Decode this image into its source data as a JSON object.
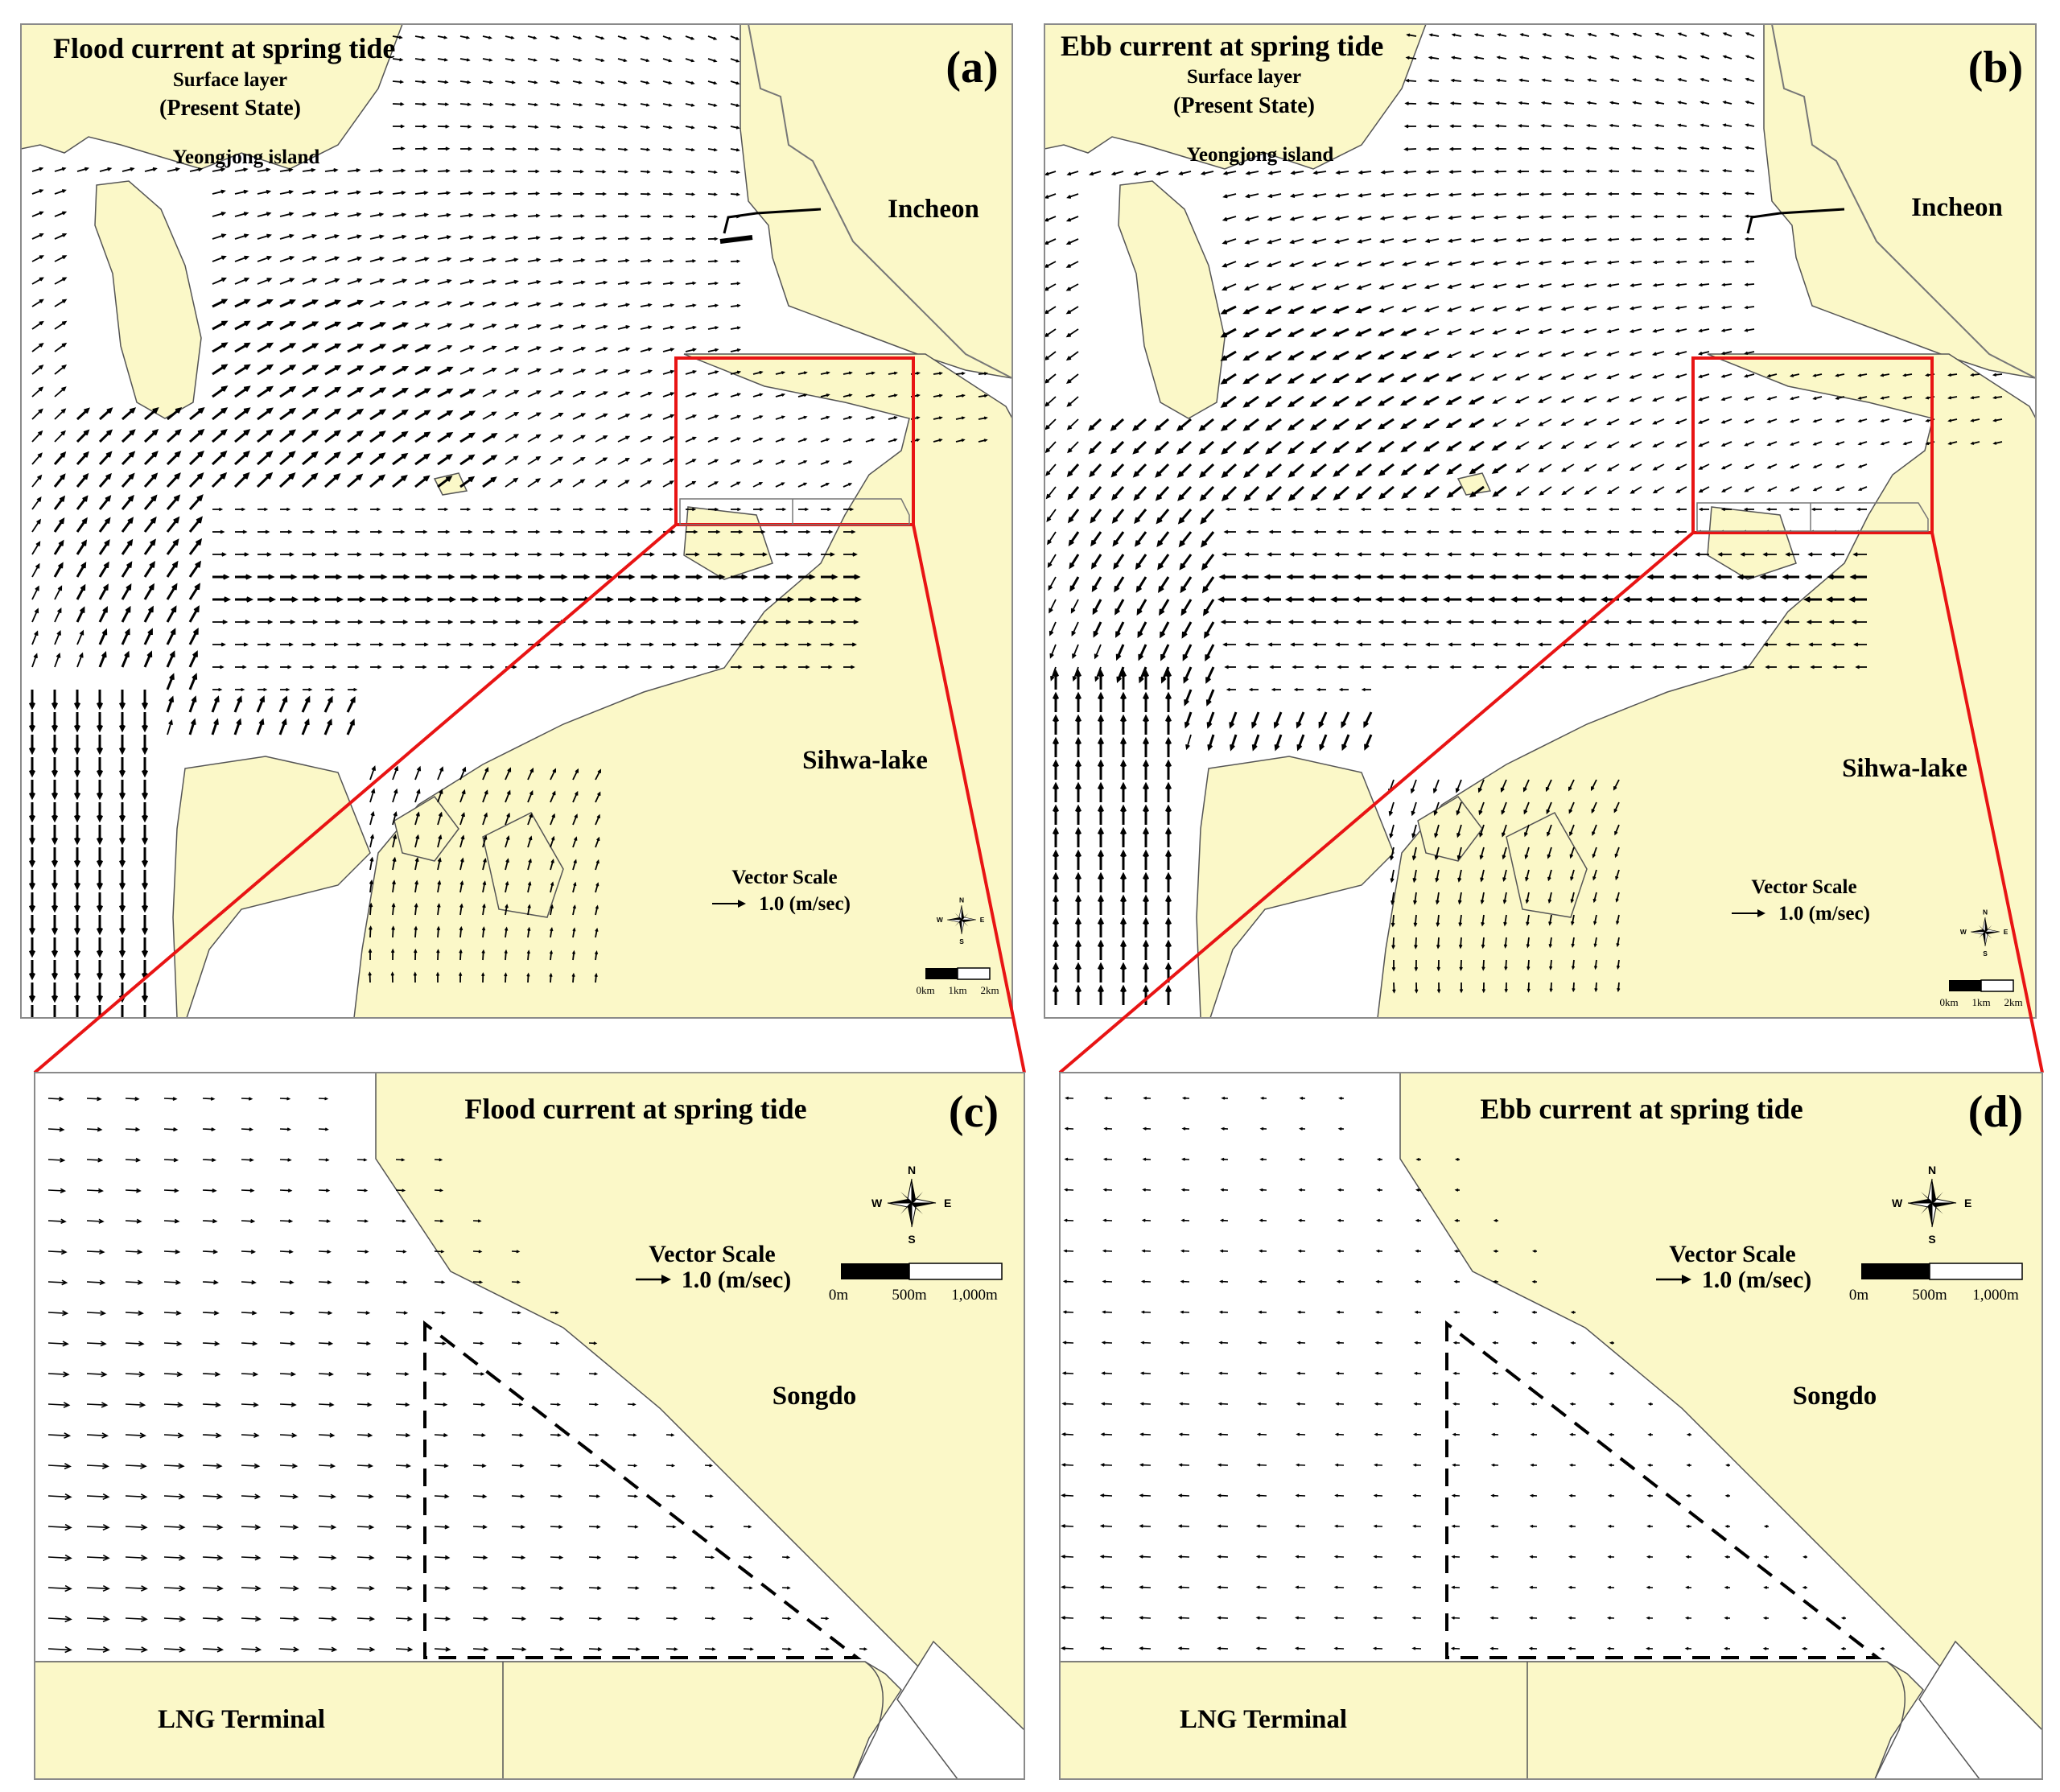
{
  "colors": {
    "land": "#fbf8c8",
    "water": "#ffffff",
    "vector": "#000000",
    "highlight": "#e81414",
    "frame": "#8a8a8a"
  },
  "panels": {
    "a": {
      "letter": "(a)",
      "title": "Flood current at spring tide",
      "subtitle1": "Surface layer",
      "subtitle2": "(Present State)",
      "island_label": "Yeongjong island",
      "city_label": "Incheon",
      "lake_label": "Sihwa-lake",
      "vector_scale_title": "Vector Scale",
      "vector_scale_value": "1.0 (m/sec)",
      "scale_ticks": [
        "0km",
        "1km",
        "2km"
      ],
      "compass": {
        "n": "N",
        "s": "S",
        "e": "E",
        "w": "W"
      }
    },
    "b": {
      "letter": "(b)",
      "title": "Ebb current at spring tide",
      "subtitle1": "Surface layer",
      "subtitle2": "(Present State)",
      "island_label": "Yeongjong island",
      "city_label": "Incheon",
      "lake_label": "Sihwa-lake",
      "vector_scale_title": "Vector Scale",
      "vector_scale_value": "1.0 (m/sec)",
      "scale_ticks": [
        "0km",
        "1km",
        "2km"
      ],
      "compass": {
        "n": "N",
        "s": "S",
        "e": "E",
        "w": "W"
      }
    },
    "c": {
      "letter": "(c)",
      "title": "Flood current at spring tide",
      "area_label": "Songdo",
      "terminal_label": "LNG Terminal",
      "vector_scale_title": "Vector Scale",
      "vector_scale_value": "1.0 (m/sec)",
      "scale_ticks": [
        "0m",
        "500m",
        "1,000m"
      ],
      "compass": {
        "n": "N",
        "s": "S",
        "e": "E",
        "w": "W"
      }
    },
    "d": {
      "letter": "(d)",
      "title": "Ebb current at spring tide",
      "area_label": "Songdo",
      "terminal_label": "LNG Terminal",
      "vector_scale_title": "Vector Scale",
      "vector_scale_value": "1.0 (m/sec)",
      "scale_ticks": [
        "0m",
        "500m",
        "1,000m"
      ],
      "compass": {
        "n": "N",
        "s": "S",
        "e": "E",
        "w": "W"
      }
    }
  }
}
